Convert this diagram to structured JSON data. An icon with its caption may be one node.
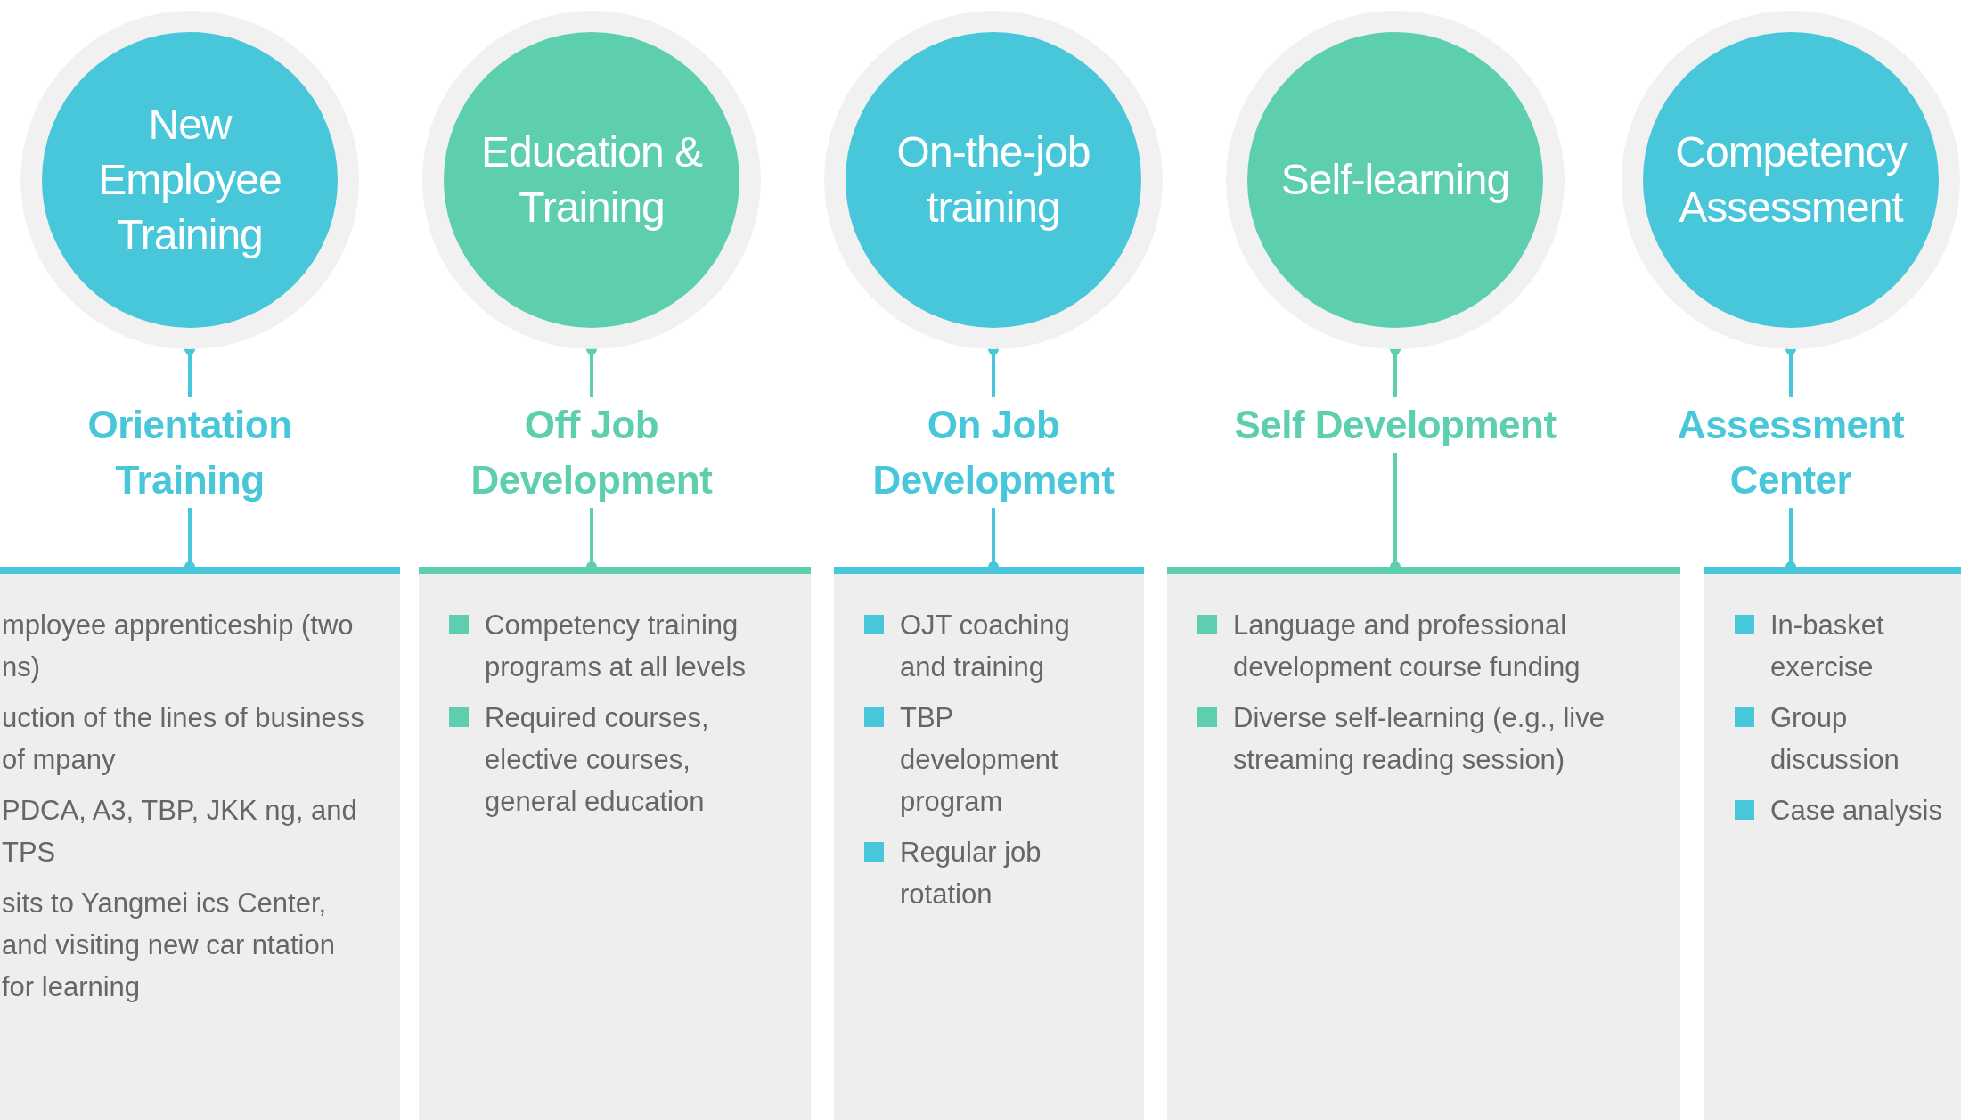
{
  "diagram": {
    "nodes": [
      {
        "text": [
          "New Employee Training"
        ]
      },
      {
        "text": [
          "Orientation Training"
        ]
      },
      {
        "text": [
          "mployee apprenticeship (two ns)",
          "uction of the lines of business of mpany",
          "PDCA, A3, TBP, JKK ng, and TPS",
          "sits to Yangmei ics Center, and visiting new car ntation for learning"
        ]
      },
      {
        "text": [
          "Education & Training"
        ]
      },
      {
        "text": [
          "Off Job Development"
        ]
      },
      {
        "text": [
          "Competency training programs at all levels",
          "Required courses, elective courses, general education"
        ]
      },
      {
        "text": [
          "On-the-job training"
        ]
      },
      {
        "text": [
          "On Job Development"
        ]
      },
      {
        "text": [
          "OJT coaching and training",
          "TBP development program",
          "Regular job rotation"
        ]
      },
      {
        "text": [
          "Self-learning"
        ]
      },
      {
        "text": [
          "Self Development"
        ]
      },
      {
        "text": [
          "Language and professional development course funding",
          "Diverse self-learning (e.g., live streaming reading session)"
        ]
      },
      {
        "text": [
          "Competency Assessment"
        ]
      },
      {
        "text": [
          "Assessment Center"
        ]
      },
      {
        "text": [
          "In-basket exercise",
          "Group discussion",
          "Case analysis"
        ]
      }
    ],
    "edges": [
      {
        "from": 1,
        "to": 0,
        "arrow": "other"
      },
      {
        "from": 1,
        "to": 2,
        "arrow": "other"
      },
      {
        "from": 4,
        "to": 3,
        "arrow": "other",
        "color": "#5ecfae"
      },
      {
        "from": 4,
        "to": 5,
        "arrow": "other",
        "color": "#5ecfae"
      },
      {
        "from": 7,
        "to": 6,
        "arrow": "other"
      },
      {
        "from": 7,
        "to": 8,
        "arrow": "other"
      },
      {
        "from": 10,
        "to": 9,
        "arrow": "other",
        "color": "#5ecfae"
      },
      {
        "from": 10,
        "to": 11,
        "arrow": "other",
        "color": "#5ecfae"
      },
      {
        "from": 13,
        "to": 12,
        "arrow": "other"
      },
      {
        "from": 13,
        "to": 14,
        "arrow": "other"
      }
    ]
  }
}
